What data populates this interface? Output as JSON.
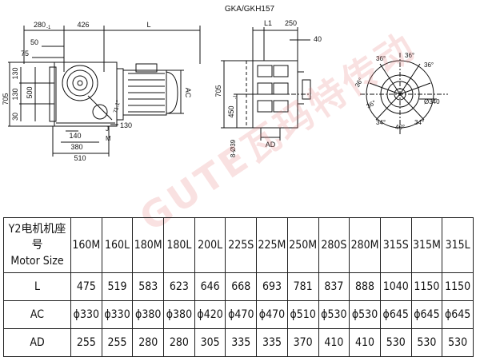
{
  "drawing": {
    "title": "GKA/GKH157",
    "side_view_dims": {
      "top_280": "280",
      "top_280_sub": "-1",
      "top_426": "426",
      "top_L": "L",
      "dim_50": "50",
      "dim_75": "75",
      "left_705": "705",
      "left_130a": "130",
      "left_500": "500",
      "left_130b": "130",
      "left_30": "30",
      "ac_label": "AC",
      "bottom_140": "140",
      "bottom_130": "130",
      "bottom_380": "380",
      "bottom_510": "510",
      "bottom_j": "J",
      "bottom_m": "M",
      "diag_text": "71.1°"
    },
    "front_view_dims": {
      "l1": "L1",
      "d250": "250",
      "d40": "40",
      "h705": "705",
      "h450": "450",
      "h450_sub": "-1",
      "bolt": "8-Ø39",
      "ad": "AD"
    },
    "flange_dims": {
      "a1": "36°",
      "a2": "36°",
      "a3": "36°",
      "a4": "36°",
      "a5": "36°",
      "a6": "34°",
      "a7": "40°",
      "a8": "34°",
      "diameter": "Ø340"
    }
  },
  "watermark": "GUTE瓦玛特传动",
  "table": {
    "header_label_cn": "Y2电机机座号",
    "header_label_en": "Motor Size",
    "columns": [
      "160M",
      "160L",
      "180M",
      "180L",
      "200L",
      "225S",
      "225M",
      "250M",
      "280S",
      "280M",
      "315S",
      "315M",
      "315L"
    ],
    "rows": [
      {
        "label": "L",
        "values": [
          "475",
          "519",
          "583",
          "623",
          "646",
          "668",
          "693",
          "781",
          "837",
          "888",
          "1040",
          "1150",
          "1150"
        ]
      },
      {
        "label": "AC",
        "values": [
          "ϕ330",
          "ϕ330",
          "ϕ380",
          "ϕ380",
          "ϕ420",
          "ϕ470",
          "ϕ470",
          "ϕ510",
          "ϕ530",
          "ϕ530",
          "ϕ645",
          "ϕ645",
          "ϕ645"
        ]
      },
      {
        "label": "AD",
        "values": [
          "255",
          "255",
          "280",
          "280",
          "305",
          "335",
          "335",
          "370",
          "410",
          "410",
          "530",
          "530",
          "530"
        ]
      }
    ]
  }
}
